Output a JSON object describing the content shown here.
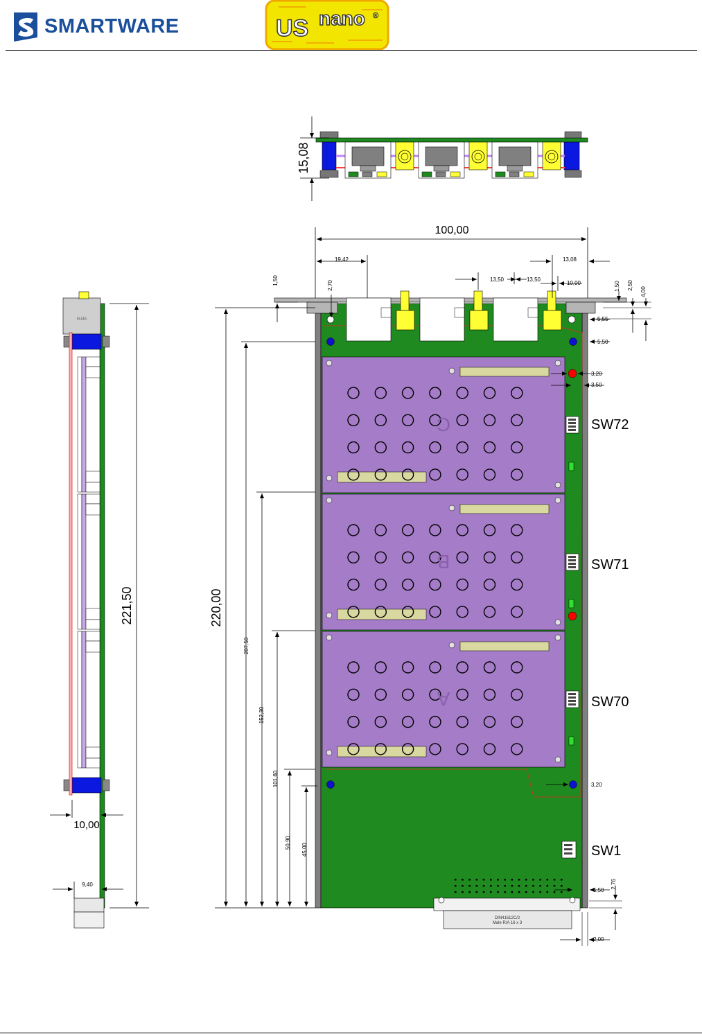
{
  "header": {
    "brand_name": "SMARTWARE",
    "product_logo_text": "nano",
    "product_logo_prefix": "US",
    "registered_mark": "®",
    "colors": {
      "brand_blue": "#1b4f9c",
      "logo_yellow": "#f2e600",
      "logo_orange": "#f0a800"
    }
  },
  "dimensions": {
    "height_front_panel": "15,08",
    "board_width": "100,00",
    "left_offset": "19,42",
    "right_offset": "13,08",
    "pitch_1": "13,50",
    "pitch_2": "13,50",
    "pitch_3": "10,00",
    "top_1": "1,50",
    "top_2": "2,70",
    "right_1": "1,50",
    "right_2": "2,50",
    "right_3": "4,00",
    "side_1": "5,55",
    "side_2": "5,50",
    "side_3": "3,20",
    "side_4": "3,50",
    "side_5": "3,20",
    "side_6": "5,50",
    "bottom_1": "2,76",
    "bottom_2": "2,00",
    "overall_height": "221,50",
    "board_height": "220,00",
    "h1": "207,50",
    "h2": "152,30",
    "h3": "101,60",
    "h4": "50,90",
    "h5": "45,00",
    "side_depth": "10,00",
    "side_depth_2": "9,40"
  },
  "labels": {
    "switches": [
      "SW72",
      "SW71",
      "SW70",
      "SW1"
    ],
    "modules": [
      "C",
      "B",
      "A"
    ],
    "connector": "RJ45",
    "din_line1": "DIN41612C/2",
    "din_line2": "Male R/A 16 x 3"
  },
  "colors": {
    "pcb_green": "#1f8a1f",
    "module_purple": "#a57cc8",
    "connector_blue": "#0a18e0",
    "led_red": "#ff0000",
    "mount_blue": "#1010d0",
    "panel_grey": "#b5b5b5",
    "sma_yellow": "#ffff33"
  }
}
